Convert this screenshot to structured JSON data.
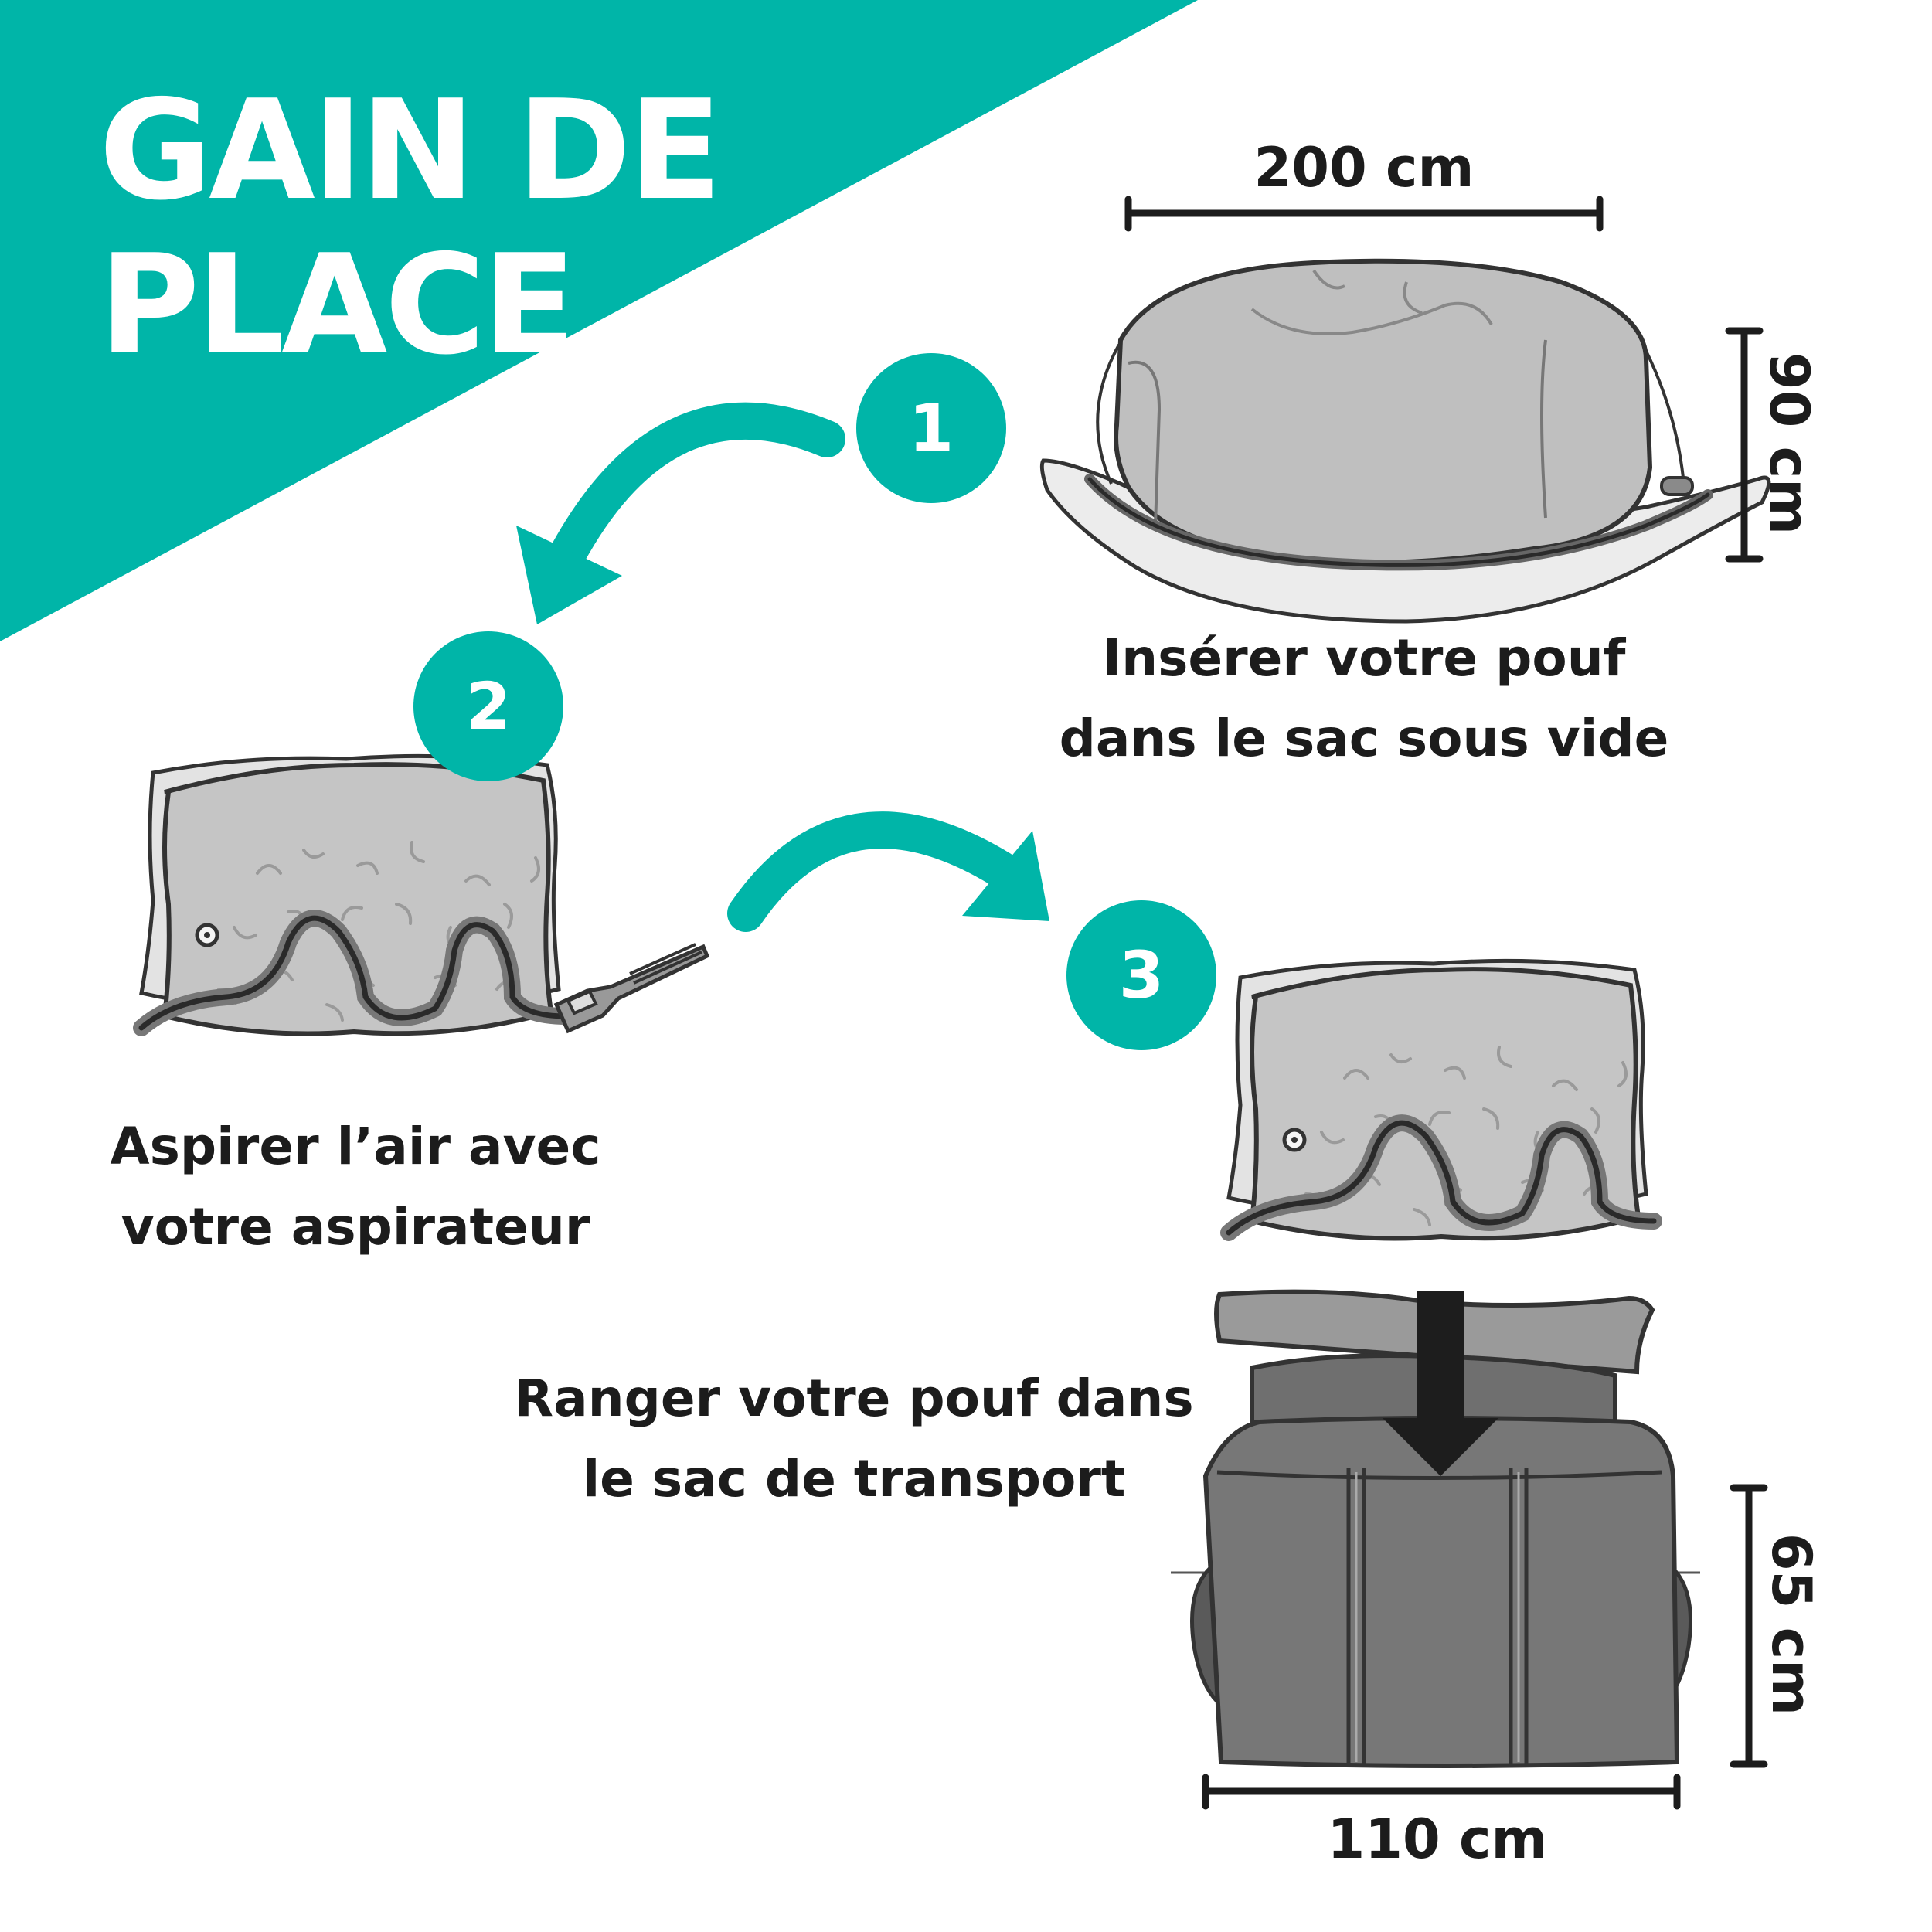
{
  "title": {
    "line1": "GAIN DE",
    "line2": "PLACE"
  },
  "colors": {
    "accent": "#00b5a8",
    "text": "#1c1c1c",
    "background": "#ffffff"
  },
  "steps": [
    {
      "number": "1",
      "caption_line1": "Insérer votre pouf",
      "caption_line2": "dans le sac sous vide",
      "dimensions": {
        "width": "200 cm",
        "height": "90 cm"
      }
    },
    {
      "number": "2",
      "caption_line1": "Aspirer l’air avec",
      "caption_line2": "votre aspirateur"
    },
    {
      "number": "3",
      "caption_line1": "Ranger votre pouf dans",
      "caption_line2": "le sac de transport",
      "dimensions": {
        "width": "110 cm",
        "height": "65 cm"
      }
    }
  ]
}
